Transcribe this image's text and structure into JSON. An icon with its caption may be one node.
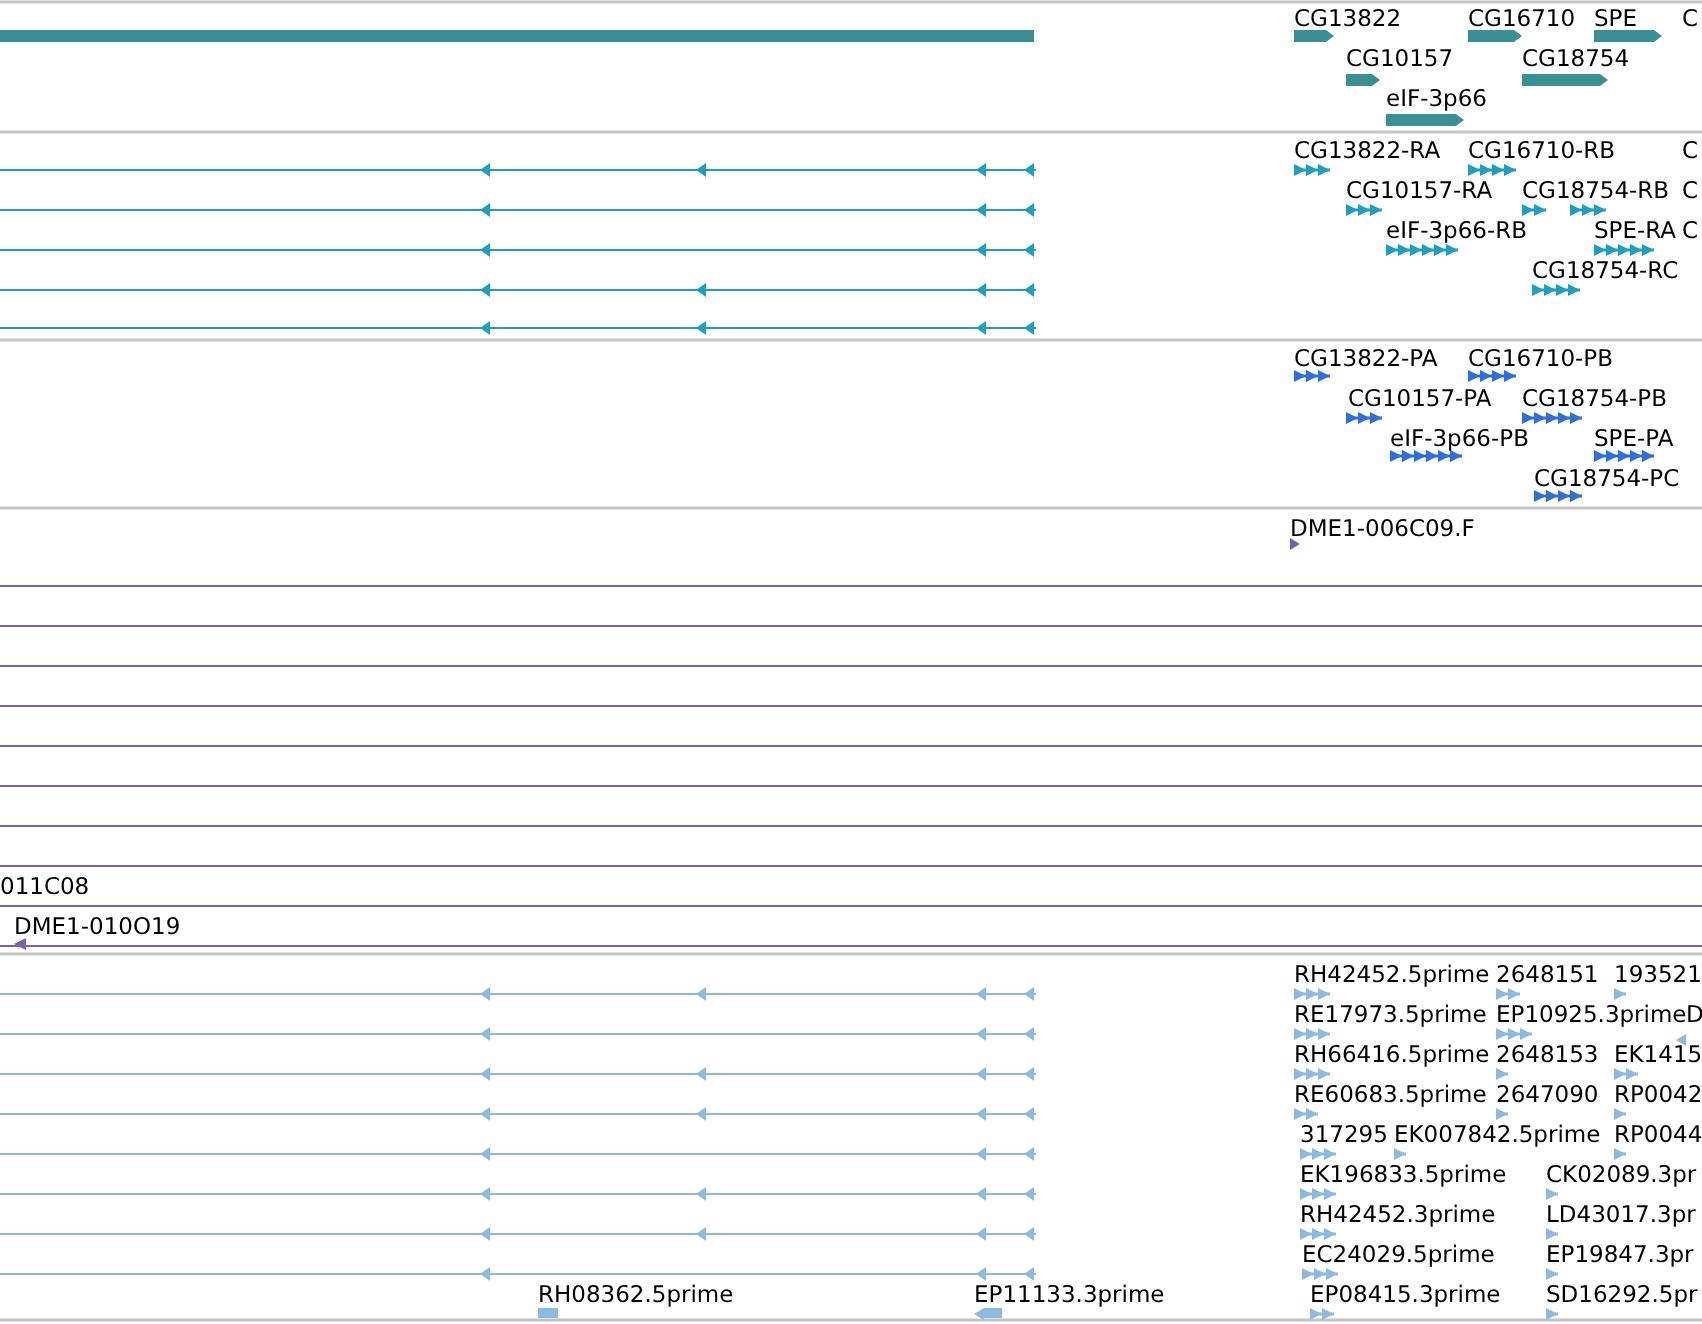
{
  "diagram": {
    "labels": [
      "CG13822",
      "CG16710",
      "SPE",
      "C",
      "CG10157",
      "CG18754",
      "eIF-3p66",
      "CG13822-RA",
      "CG16710-RB",
      "C",
      "CG10157-RA",
      "CG18754-RB",
      "C",
      "eIF-3p66-RB",
      "SPE-RA",
      "C",
      "CG18754-RC",
      "CG13822-PA",
      "CG16710-PB",
      "CG10157-PA",
      "CG18754-PB",
      "eIF-3p66-PB",
      "SPE-PA",
      "CG18754-PC",
      "DME1-006C09.F",
      "011C08",
      "DME1-010O19",
      "RH42452.5prime",
      "2648151",
      "193521",
      "RE17973.5prime",
      "EP10925.3prime",
      "D",
      "RH66416.5prime",
      "2648153",
      "EK1415",
      "RE60683.5prime",
      "2647090",
      "RP0042",
      "317295",
      "EK007842.5prime",
      "RP0044",
      "EK196833.5prime",
      "CK02089.3pr",
      "RH42452.3prime",
      "LD43017.3pr",
      "EC24029.5prime",
      "EP19847.3pr",
      "RH08362.5prime",
      "EP11133.3prime",
      "EP08415.3prime",
      "SD16292.5pr"
    ]
  }
}
